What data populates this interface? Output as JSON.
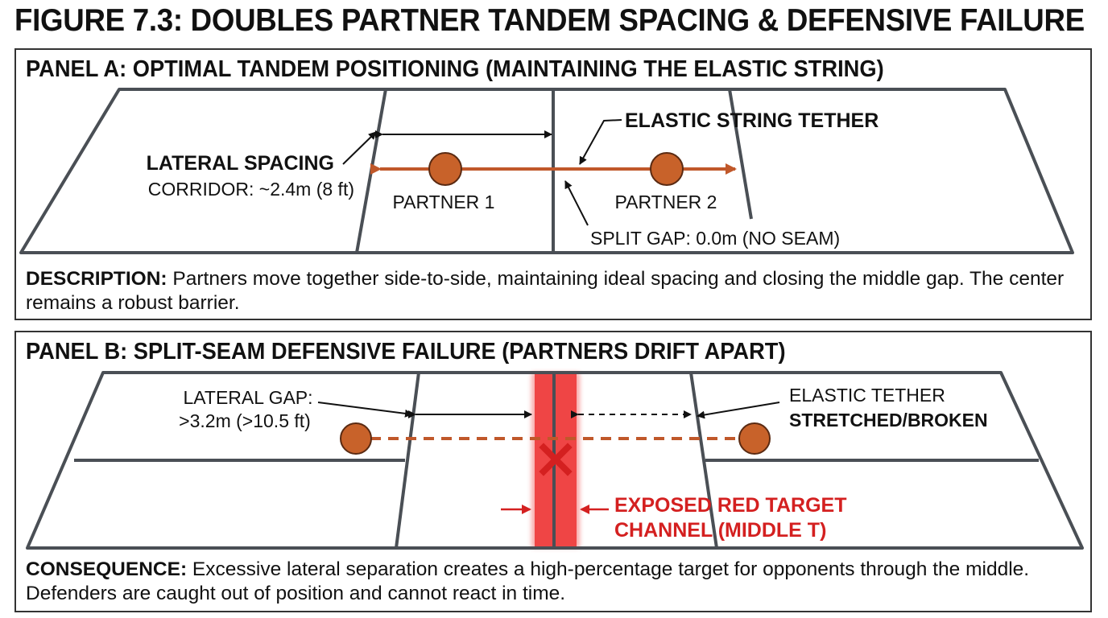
{
  "figure": {
    "title": "FIGURE 7.3: DOUBLES PARTNER TANDEM SPACING & DEFENSIVE FAILURE"
  },
  "panel_a": {
    "title": "PANEL A: OPTIMAL TANDEM POSITIONING (MAINTAINING THE ELASTIC STRING)",
    "labels": {
      "lateral_spacing": "LATERAL SPACING",
      "corridor": "CORRIDOR: ~2.4m (8 ft)",
      "elastic_tether": "ELASTIC STRING TETHER",
      "partner_1": "PARTNER 1",
      "partner_2": "PARTNER 2",
      "split_gap": "SPLIT GAP: 0.0m (NO SEAM)"
    },
    "description_lead": "DESCRIPTION:",
    "description_text": " Partners move together side-to-side, maintaining ideal spacing and closing the middle gap. The center remains a robust barrier."
  },
  "panel_b": {
    "title": "PANEL B: SPLIT-SEAM DEFENSIVE FAILURE (PARTNERS DRIFT APART)",
    "labels": {
      "lateral_gap": "LATERAL GAP:",
      "lateral_gap_value": ">3.2m (>10.5 ft)",
      "elastic_tether": "ELASTIC TETHER",
      "stretched": "STRETCHED/BROKEN",
      "exposed_line1": "EXPOSED RED TARGET",
      "exposed_line2": "CHANNEL (MIDDLE T)"
    },
    "consequence_lead": "CONSEQUENCE:",
    "consequence_text": " Excessive lateral separation creates a high-percentage target for opponents through the middle. Defenders are caught out of position and cannot react in time."
  },
  "colors": {
    "court_line": "#4a4f55",
    "tether": "#c0582a",
    "player_fill": "#c8622a",
    "player_stroke": "#5a2a12",
    "target": "#ee3f3f",
    "target_text": "#d42020"
  }
}
